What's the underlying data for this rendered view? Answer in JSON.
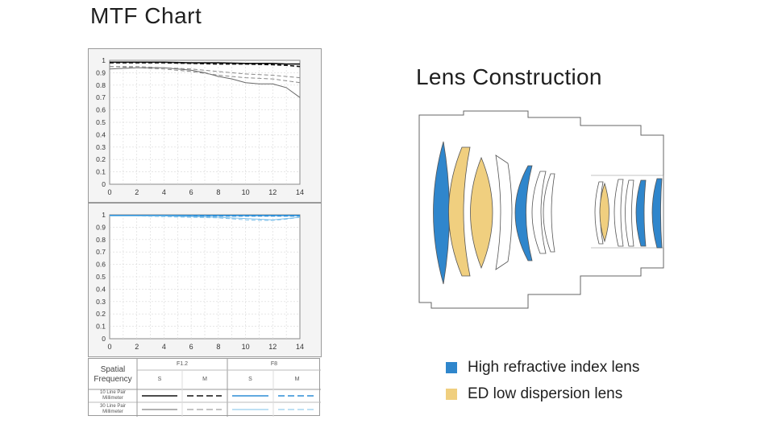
{
  "mtf_title": "MTF Chart",
  "lens_title": "Lens Construction",
  "legend_table": {
    "header": "Spatial\nFrequency",
    "apertures": [
      "F1.2",
      "F8"
    ],
    "sagittal": "S",
    "meridional": "M",
    "row1": "10 Line Pair Millimeter",
    "row2": "30 Line Pair Millimeter"
  },
  "lens_legend": [
    {
      "label": "High refractive index lens",
      "color": "#2f86cc"
    },
    {
      "label": "ED low dispersion lens",
      "color": "#f0cf7f"
    }
  ],
  "chart_data": [
    {
      "type": "line",
      "xlim": [
        0,
        14
      ],
      "ylim": [
        0,
        1
      ],
      "xticks": [
        "0",
        "2",
        "4",
        "6",
        "8",
        "10",
        "12",
        "14"
      ],
      "yticks": [
        "0",
        "0.1",
        "0.2",
        "0.3",
        "0.4",
        "0.5",
        "0.6",
        "0.7",
        "0.8",
        "0.9",
        "1"
      ],
      "grid": true,
      "series": [
        {
          "color": "#111111",
          "style": "solid",
          "width": 1.6,
          "x": [
            0,
            2,
            4,
            6,
            8,
            10,
            12,
            13,
            14
          ],
          "y": [
            0.985,
            0.985,
            0.985,
            0.98,
            0.98,
            0.975,
            0.975,
            0.97,
            0.97
          ]
        },
        {
          "color": "#111111",
          "style": "dashed",
          "width": 1.6,
          "x": [
            0,
            2,
            4,
            6,
            8,
            10,
            12,
            13,
            14
          ],
          "y": [
            0.98,
            0.98,
            0.98,
            0.975,
            0.97,
            0.97,
            0.965,
            0.96,
            0.95
          ]
        },
        {
          "color": "#666666",
          "style": "solid",
          "width": 1,
          "x": [
            0,
            2,
            4,
            6,
            7,
            8,
            9,
            10,
            11,
            12,
            13,
            14
          ],
          "y": [
            0.93,
            0.94,
            0.94,
            0.92,
            0.9,
            0.87,
            0.85,
            0.82,
            0.81,
            0.81,
            0.78,
            0.7
          ]
        },
        {
          "color": "#888888",
          "style": "dashed",
          "width": 1,
          "x": [
            0,
            2,
            4,
            6,
            8,
            10,
            12,
            14
          ],
          "y": [
            0.95,
            0.94,
            0.93,
            0.91,
            0.88,
            0.86,
            0.85,
            0.82
          ]
        },
        {
          "color": "#888888",
          "style": "dashed",
          "width": 1,
          "x": [
            0,
            2,
            4,
            6,
            8,
            10,
            12,
            14
          ],
          "y": [
            0.95,
            0.95,
            0.94,
            0.93,
            0.91,
            0.89,
            0.88,
            0.86
          ]
        }
      ]
    },
    {
      "type": "line",
      "xlim": [
        0,
        14
      ],
      "ylim": [
        0,
        1
      ],
      "xticks": [
        "0",
        "2",
        "4",
        "6",
        "8",
        "10",
        "12",
        "14"
      ],
      "yticks": [
        "0",
        "0.1",
        "0.2",
        "0.3",
        "0.4",
        "0.5",
        "0.6",
        "0.7",
        "0.8",
        "0.9",
        "1"
      ],
      "grid": true,
      "series": [
        {
          "color": "#2d8ed6",
          "style": "solid",
          "width": 1.6,
          "x": [
            0,
            2,
            4,
            6,
            8,
            10,
            12,
            14
          ],
          "y": [
            0.995,
            0.995,
            0.995,
            0.995,
            0.995,
            0.995,
            0.995,
            0.995
          ]
        },
        {
          "color": "#2d8ed6",
          "style": "dashed",
          "width": 1.6,
          "x": [
            0,
            2,
            4,
            6,
            8,
            10,
            12,
            14
          ],
          "y": [
            0.995,
            0.995,
            0.99,
            0.99,
            0.99,
            0.99,
            0.99,
            0.99
          ]
        },
        {
          "color": "#7ec0ea",
          "style": "solid",
          "width": 1,
          "x": [
            0,
            2,
            4,
            6,
            8,
            10,
            12,
            13,
            14
          ],
          "y": [
            0.99,
            0.99,
            0.99,
            0.985,
            0.98,
            0.97,
            0.96,
            0.97,
            0.98
          ]
        },
        {
          "color": "#7ec0ea",
          "style": "dashed",
          "width": 1,
          "x": [
            0,
            2,
            4,
            6,
            8,
            10,
            11,
            12,
            13,
            14
          ],
          "y": [
            0.99,
            0.99,
            0.985,
            0.98,
            0.975,
            0.96,
            0.955,
            0.955,
            0.965,
            0.98
          ]
        }
      ]
    }
  ]
}
